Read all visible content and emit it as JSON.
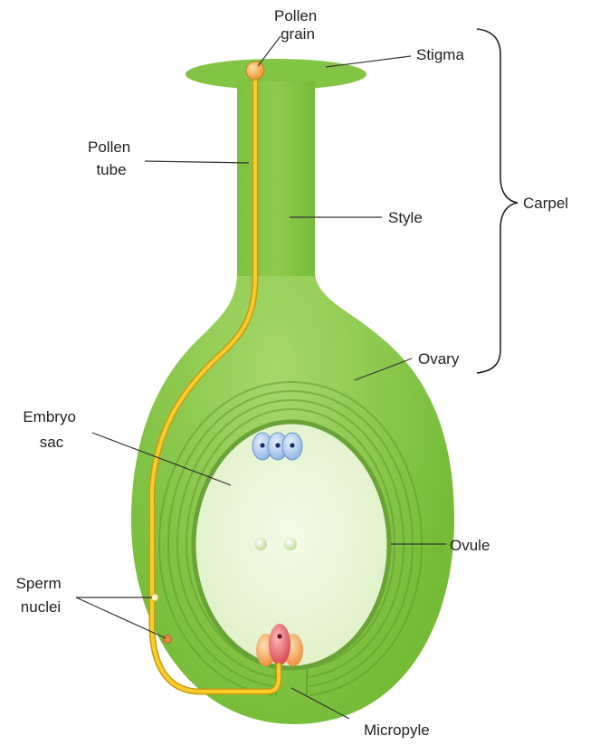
{
  "labels": {
    "pollen_grain": [
      "Pollen",
      "grain"
    ],
    "stigma": "Stigma",
    "pollen_tube": [
      "Pollen",
      "tube"
    ],
    "style": "Style",
    "carpel": "Carpel",
    "ovary": "Ovary",
    "embryo_sac": [
      "Embryo",
      "sac"
    ],
    "ovule": "Ovule",
    "sperm_nuclei": [
      "Sperm",
      "nuclei"
    ],
    "micropyle": "Micropyle"
  },
  "colors": {
    "tissue_green": "#7fc241",
    "tissue_dark": "#5e9e2e",
    "embryo_sac_fill": "#eaf6d8",
    "pollen_tube": "#f2c21b",
    "pollen_grain": "#f6a53c",
    "synergid_blue": "#a9c9ee",
    "egg_red": "#e8626a",
    "antipodal_orange": "#f5a65b"
  },
  "icons": {
    "pollen_grain": "pollen-grain-icon",
    "antipodal_cells": "antipodal-cells-icon",
    "polar_nuclei": "polar-nuclei-icon",
    "egg_apparatus": "egg-apparatus-icon",
    "sperm_nuclei": "sperm-nuclei-icon"
  }
}
